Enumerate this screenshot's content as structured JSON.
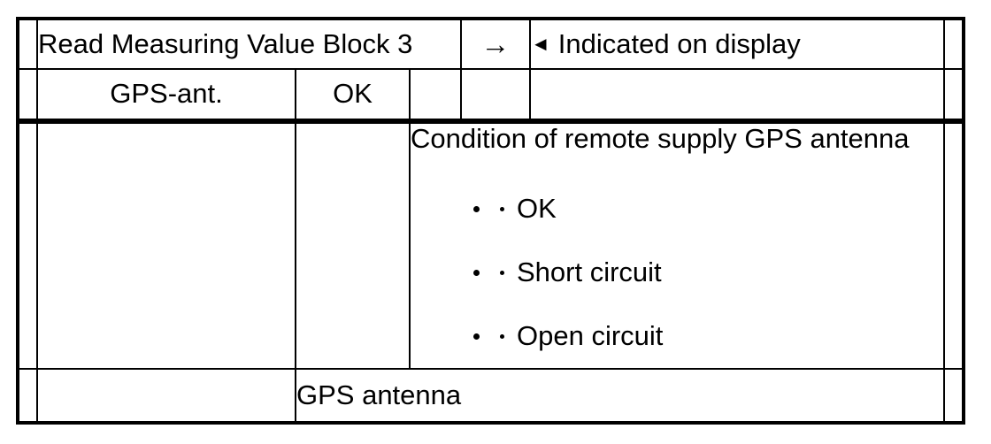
{
  "page": {
    "background": "#ffffff",
    "line_color": "#000000",
    "text_color": "#000000"
  },
  "table": {
    "header": {
      "title": "Read Measuring Value Block 3",
      "arrow_glyph": "→",
      "pointer_glyph": "◄",
      "display_note": "Indicated on display"
    },
    "measurement": {
      "name": "GPS-ant.",
      "value": "OK"
    },
    "detail": {
      "heading": "Condition of remote supply GPS antenna",
      "items": [
        "OK",
        "Short circuit",
        "Open circuit"
      ]
    },
    "footer": {
      "label": "GPS antenna"
    }
  }
}
